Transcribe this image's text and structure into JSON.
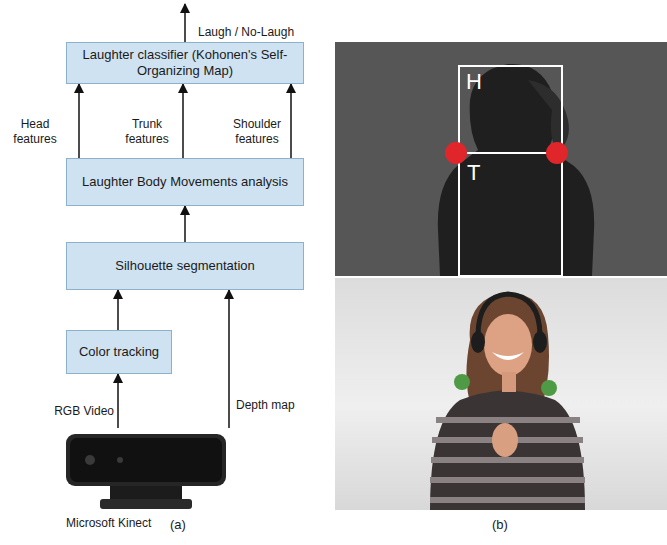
{
  "diagram": {
    "nodes": [
      {
        "text": [
          "Laughter classifier (Kohonen's Self-Organizing Map)"
        ]
      },
      {
        "text": [
          "Laughter Body Movements analysis"
        ]
      },
      {
        "text": [
          "Silhouette segmentation"
        ]
      },
      {
        "text": [
          "Color tracking"
        ]
      },
      {
        "text": [
          "Microsoft Kinect"
        ]
      }
    ],
    "edges": [
      {
        "from": 1,
        "to": 0,
        "label": "Head features",
        "arrow": "to"
      },
      {
        "from": 1,
        "to": 0,
        "label": "Trunk features",
        "arrow": "to"
      },
      {
        "from": 1,
        "to": 0,
        "label": "Shoulder features",
        "arrow": "to"
      },
      {
        "from": 2,
        "to": 1,
        "arrow": "to"
      },
      {
        "from": 3,
        "to": 2,
        "arrow": "to"
      },
      {
        "from": 4,
        "to": 3,
        "label": "RGB Video",
        "arrow": "to"
      },
      {
        "from": 4,
        "to": 2,
        "label": "Depth map",
        "arrow": "to"
      }
    ],
    "labels": [
      "Laugh / No-Laugh",
      "H",
      "T",
      "(a)",
      "(b)"
    ]
  }
}
